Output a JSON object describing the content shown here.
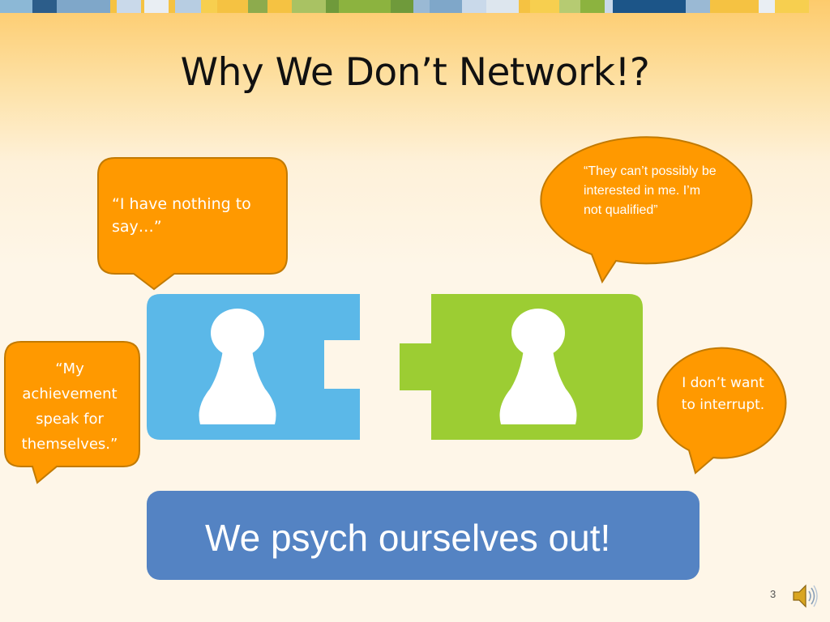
{
  "slide": {
    "title": "Why We Don’t Network!?",
    "page_number": "3",
    "banner_text": "We psych ourselves out!"
  },
  "bubbles": {
    "nothing_to_say": "“I have nothing to say…”",
    "not_qualified": "“They can’t possibly be interested in me. I’m not qualified”",
    "achievement": "“My achievement speak for themselves.”",
    "interrupt": "I don’t want to interrupt."
  },
  "icons": {
    "left_person": "person-silhouette-icon",
    "right_person": "person-silhouette-icon",
    "audio": "speaker-icon"
  },
  "colors": {
    "bubble_orange": "#ff9900",
    "bubble_border": "#c27a00",
    "puzzle_blue": "#5bb8e8",
    "puzzle_green": "#9ccd33",
    "banner_blue": "#5483c3"
  }
}
